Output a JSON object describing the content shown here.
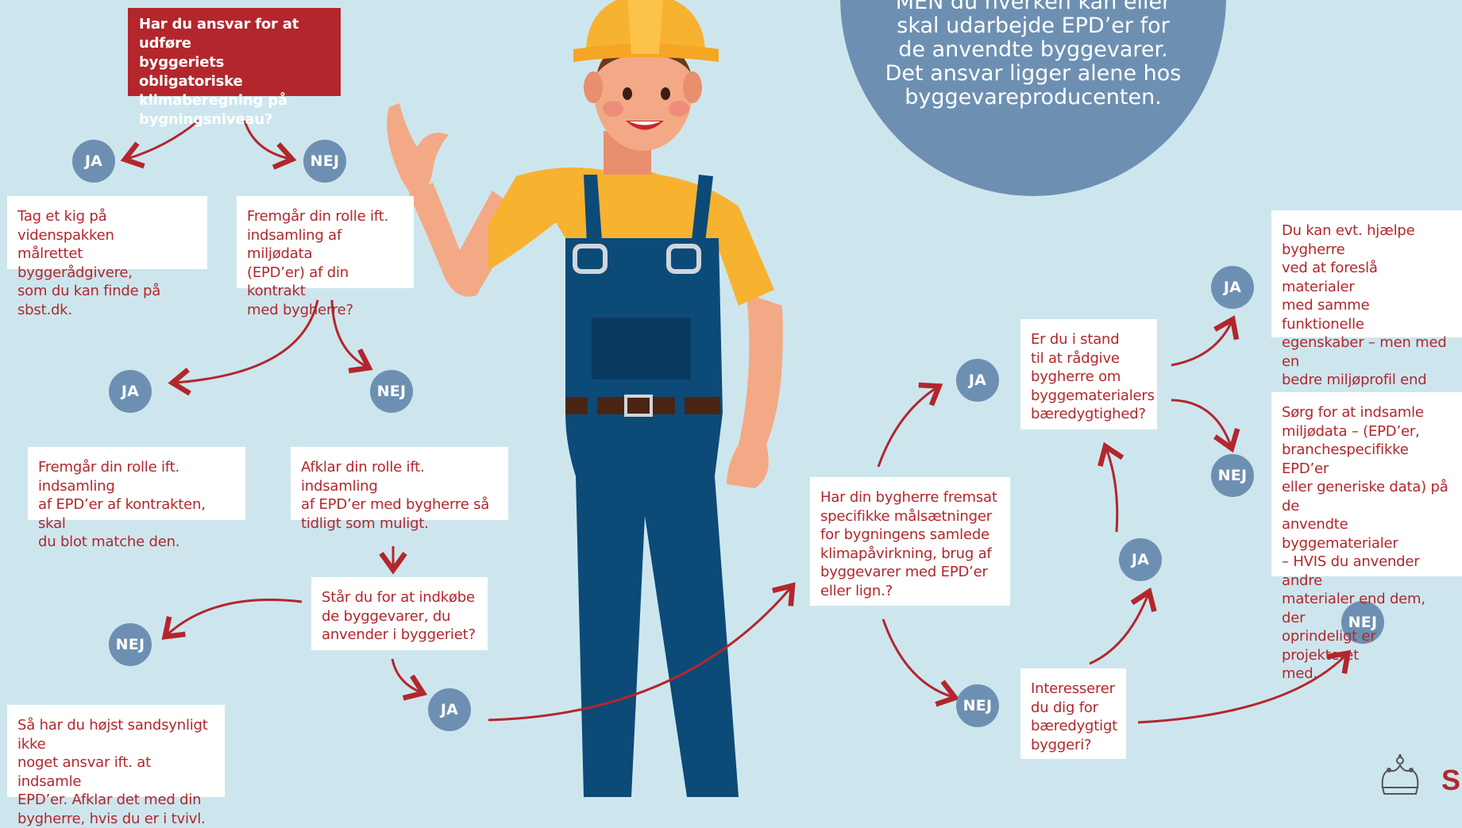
{
  "bubble": {
    "text": "MEN du hverken kan eller\nskal udarbejde EPD’er for\nde anvendte byggevarer.\nDet ansvar ligger alene hos\nbyggevareproducenten."
  },
  "start": {
    "question": "Har du ansvar for at udføre\nbyggeriets obligatoriske\nklimaberegning på\nbygningsniveau?"
  },
  "nodes": {
    "videnspakken": "Tag et kig på videnspakken\nmålrettet byggerådgivere,\nsom du kan finde på sbst.dk.",
    "rolle_kontrakt": "Fremgår din rolle ift.\nindsamling  af miljødata\n(EPD’er) af din kontrakt\nmed bygherre?",
    "match_rolle": "Fremgår din rolle ift. indsamling\naf EPD’er af kontrakten, skal\ndu blot matche den.",
    "afklar_rolle": "Afklar din rolle ift. indsamling\naf EPD’er med bygherre så\ntidligt som muligt.",
    "indkoebe": "Står du for at indkøbe\nde byggevarer, du\nanvender i byggeriet?",
    "intet_ansvar": "Så har du højst sandsynligt ikke\nnoget ansvar ift. at indsamle\nEPD’er. Afklar det med din\nbygherre, hvis du er i tvivl.",
    "maalsaetninger": "Har din bygherre fremsat\nspecifikke målsætninger\nfor bygningens samlede\nklimapåvirkning, brug af\nbyggevarer med EPD’er\neller lign.?",
    "raadgive": "Er du i stand\ntil at rådgive\nbygherre om\nbyggematerialers\nbæredygtighed?",
    "interesse": "Interesserer\ndu dig for\nbæredygtigt\nbyggeri?",
    "hjaelpe": "Du kan evt. hjælpe bygherre\nved at foreslå materialer\nmed samme funktionelle\negenskaber – men med en\nbedre miljøprofil end dem,\nder er projekteret med.",
    "indsamle": "Sørg for at indsamle\nmiljødata – (EPD’er,\nbranchespecifikke EPD’er\neller generiske data) på de\nanvendte byggematerialer\n– HVIS du anvender andre\nmaterialer end dem, der\noprindeligt er projekteret\nmed."
  },
  "answers": {
    "ja": "JA",
    "nej": "NEJ"
  },
  "logo": {
    "text": "S"
  },
  "colors": {
    "background": "#cde6ee",
    "accent_red": "#b3262c",
    "circle_blue": "#6d90b2",
    "box_white": "#ffffff"
  }
}
